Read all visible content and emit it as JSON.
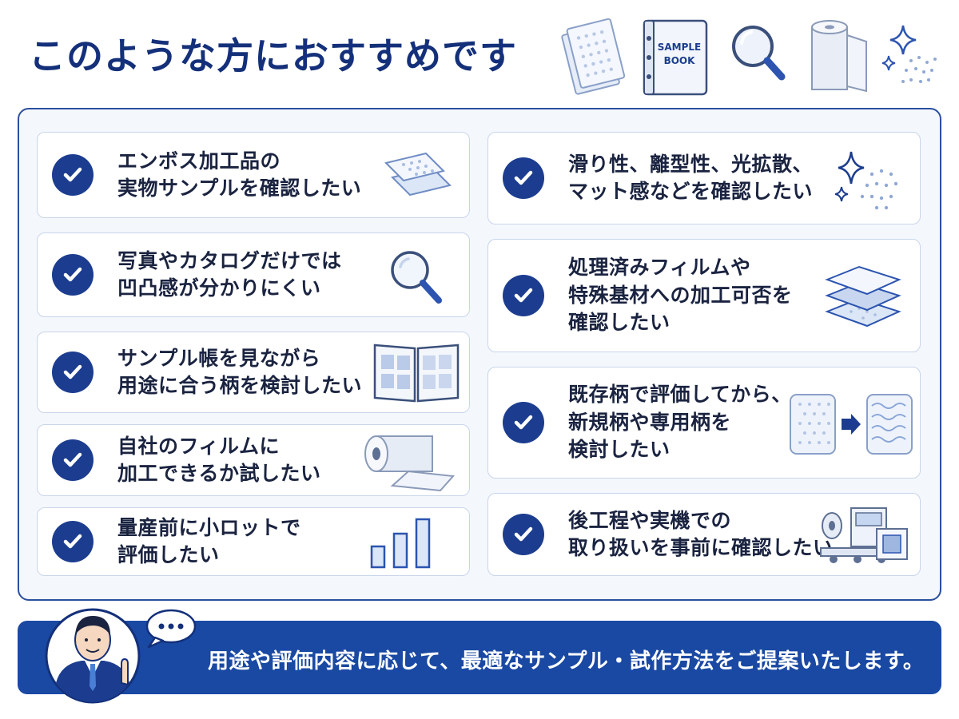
{
  "title": "このような方におすすめです",
  "header_icons": {
    "sample_book_label_line1": "SAMPLE",
    "sample_book_label_line2": "BOOK"
  },
  "left_cards": [
    {
      "lines": [
        "エンボス加工品の",
        "実物サンプルを確認したい"
      ],
      "icon": "embossed-sheets-icon"
    },
    {
      "lines": [
        "写真やカタログだけでは",
        "凹凸感が分かりにくい"
      ],
      "icon": "magnifier-icon"
    },
    {
      "lines": [
        "サンプル帳を見ながら",
        "用途に合う柄を検討したい"
      ],
      "icon": "sample-book-open-icon"
    },
    {
      "lines": [
        "自社のフィルムに",
        "加工できるか試したい"
      ],
      "icon": "film-roll-icon"
    },
    {
      "lines": [
        "量産前に小ロットで",
        "評価したい"
      ],
      "icon": "bar-chart-icon"
    }
  ],
  "right_cards": [
    {
      "lines": [
        "滑り性、離型性、光拡散、",
        "マット感などを確認したい"
      ],
      "icon": "sparkle-icon"
    },
    {
      "lines": [
        "処理済みフィルムや",
        "特殊基材への加工可否を",
        "確認したい"
      ],
      "icon": "layer-stack-icon"
    },
    {
      "lines": [
        "既存柄で評価してから、",
        "新規柄や専用柄を",
        "検討したい"
      ],
      "icon": "pattern-transition-icon"
    },
    {
      "lines": [
        "後工程や実機での",
        "取り扱いを事前に確認したい"
      ],
      "icon": "machine-icon"
    }
  ],
  "footer": {
    "message": "用途や評価内容に応じて、最適なサンプル・試作方法をご提案いたします。"
  },
  "colors": {
    "navy": "#14307a",
    "check_blue": "#1c3d8f",
    "footer_blue": "#1a49a3",
    "panel_border": "#2b4f9e"
  }
}
